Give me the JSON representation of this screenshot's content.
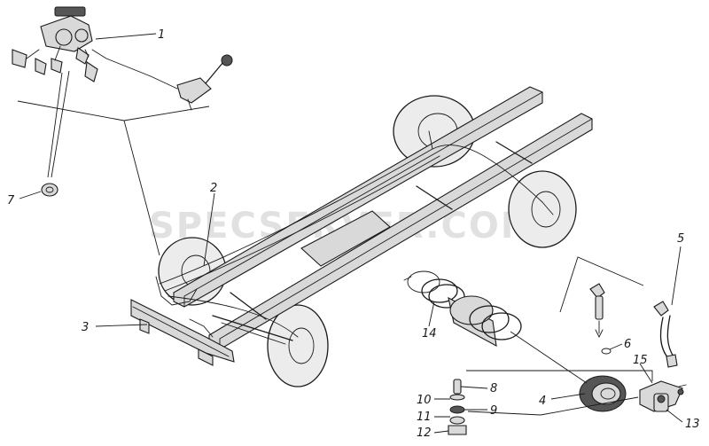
{
  "watermark": "SPECSERVER.COM",
  "callouts": {
    "c1": "1",
    "c2": "2",
    "c3": "3",
    "c4": "4",
    "c5": "5",
    "c6": "6",
    "c7": "7",
    "c8": "8",
    "c9": "9",
    "c10": "10",
    "c11": "11",
    "c12": "12",
    "c13": "13",
    "c14": "14",
    "c15": "15"
  }
}
